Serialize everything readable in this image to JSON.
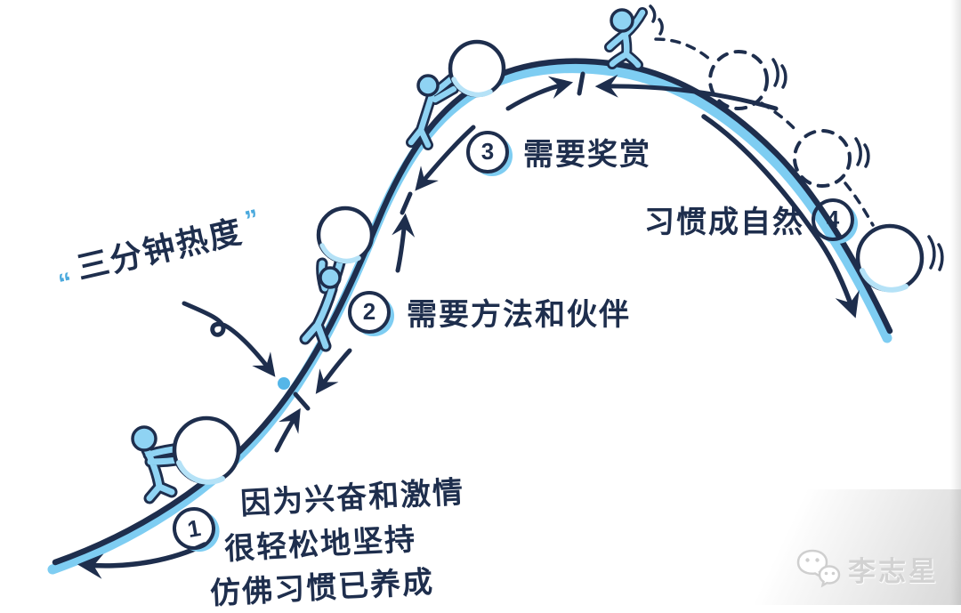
{
  "annotations": {
    "enthusiasm": {
      "open_quote": "“",
      "text": "三分钟热度",
      "close_quote": "”"
    },
    "stage1": {
      "num": "1",
      "line1": "因为兴奋和激情",
      "line2": "很轻松地坚持",
      "line3": "仿佛习惯已养成"
    },
    "stage2": {
      "num": "2",
      "label": "需要方法和伙伴"
    },
    "stage3": {
      "num": "3",
      "label": "需要奖赏"
    },
    "stage4": {
      "num": "4",
      "label": "习惯成自然"
    }
  },
  "watermark": {
    "name": "李志星",
    "icon": "wechat-logo"
  },
  "colors": {
    "ink": "#1e2e4d",
    "marker_blue": "#7ecdf2",
    "marker_deep_blue": "#4aa9dd",
    "watermark_gray": "#cfcfcf"
  }
}
